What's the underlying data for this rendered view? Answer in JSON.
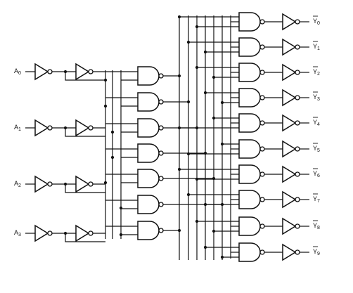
{
  "inputs": [
    {
      "base": "A",
      "sub": "0"
    },
    {
      "base": "A",
      "sub": "1"
    },
    {
      "base": "A",
      "sub": "2"
    },
    {
      "base": "A",
      "sub": "3"
    }
  ],
  "outputs": [
    {
      "base": "Y",
      "sub": "0"
    },
    {
      "base": "Y",
      "sub": "1"
    },
    {
      "base": "Y",
      "sub": "2"
    },
    {
      "base": "Y",
      "sub": "3"
    },
    {
      "base": "Y",
      "sub": "4"
    },
    {
      "base": "Y",
      "sub": "5"
    },
    {
      "base": "Y",
      "sub": "6"
    },
    {
      "base": "Y",
      "sub": "7"
    },
    {
      "base": "Y",
      "sub": "8"
    },
    {
      "base": "Y",
      "sub": "9"
    }
  ]
}
